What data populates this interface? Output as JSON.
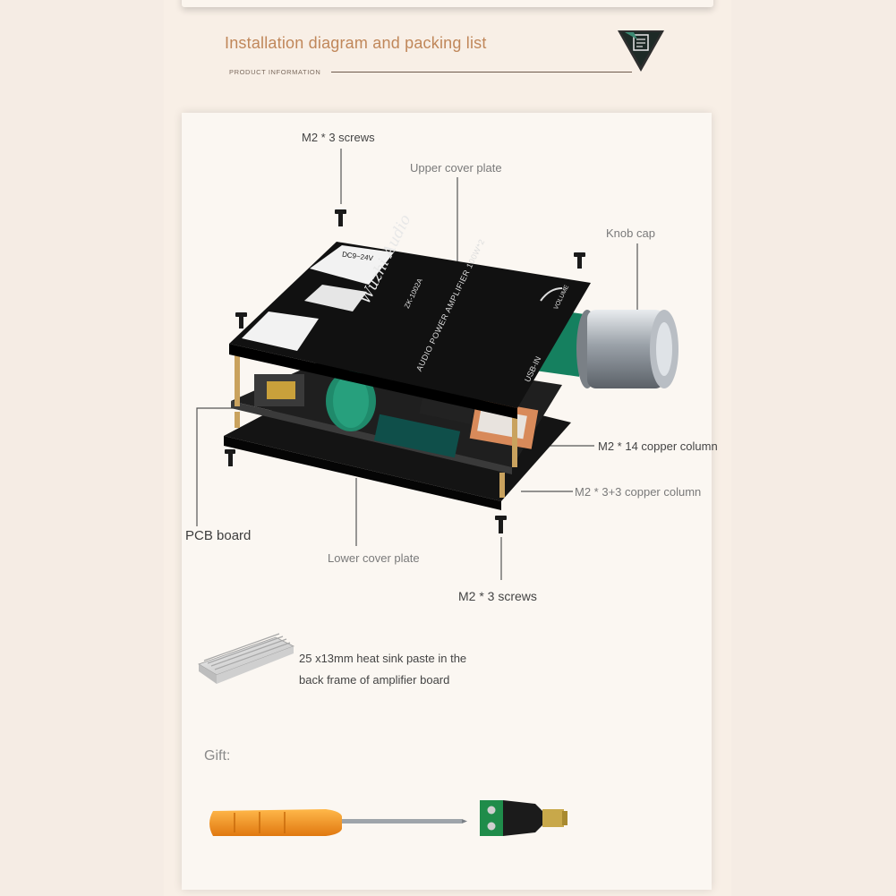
{
  "header": {
    "title": "Installation diagram and packing list",
    "subtitle": "PRODUCT INFORMATION",
    "badge_icon": "document-icon"
  },
  "diagram": {
    "labels": {
      "top_screws": "M2 * 3 screws",
      "upper_cover": "Upper cover plate",
      "knob_cap": "Knob cap",
      "copper_column_14": "M2 * 14 copper column",
      "copper_column_3_3": "M2 * 3+3 copper column",
      "pcb_board": "PCB board",
      "lower_cover": "Lower cover plate",
      "bottom_screws": "M2 * 3 screws"
    },
    "board_print": {
      "brand": "Wuzhi Audio",
      "model": "ZK-1002A",
      "description": "AUDIO POWER AMPLIFIER 100W*2",
      "power": "DC9~24V",
      "usb": "USB-IN",
      "volume": "VOLUME"
    }
  },
  "heatsink": {
    "line1": "25 x13mm heat sink paste in the",
    "line2": "back frame of amplifier board"
  },
  "gift": {
    "label": "Gift:"
  },
  "colors": {
    "accent": "#c0875a",
    "page_bg": "#f8efe6",
    "card_bg": "#fbf7f2"
  }
}
